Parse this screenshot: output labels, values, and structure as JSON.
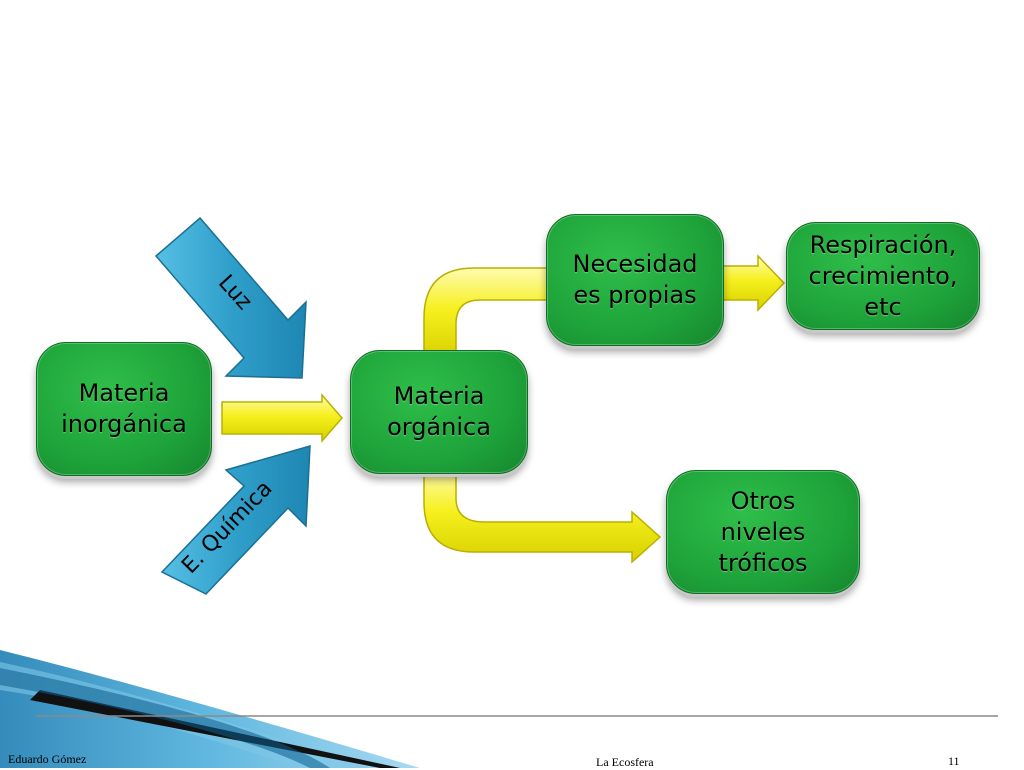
{
  "nodes": {
    "materia_inorganica": "Materia\ninorgánica",
    "materia_organica": "Materia\norgánica",
    "necesidades_propias": "Necesidad\nes propias",
    "respiracion": "Respiración,\ncrecimiento,\netc",
    "otros_niveles": "Otros\nniveles\ntróficos"
  },
  "energy_inputs": {
    "luz": "Luz",
    "quimica": "E. Química"
  },
  "footer": {
    "author": "Eduardo Gómez",
    "title": "La Ecosfera",
    "page_number": "11"
  },
  "colors": {
    "node_green": "#1ea33a",
    "arrow_yellow": "#f5f01a",
    "energy_blue": "#2f9fca"
  }
}
